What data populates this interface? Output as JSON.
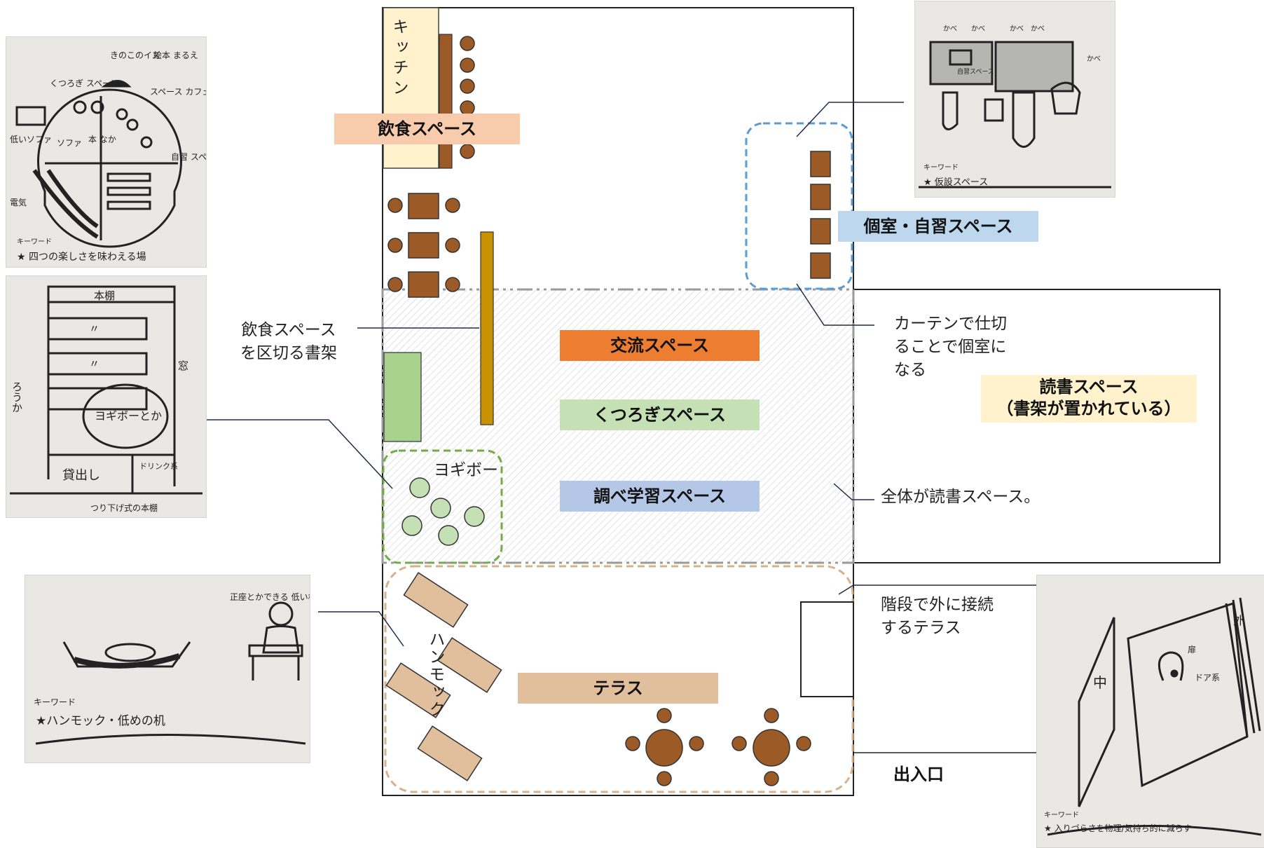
{
  "zones": {
    "dining": "飲食スペース",
    "private": "個室・自習スペース",
    "exchange": "交流スペース",
    "relax": "くつろぎスペース",
    "study": "調べ学習スペース",
    "reading": "読書スペース\n（書架が置かれている）",
    "terrace": "テラス",
    "entrance": "出入口"
  },
  "labels": {
    "kitchen": "キッチン",
    "yogibo": "ヨギボー",
    "hammock": "ハンモック"
  },
  "annotations": {
    "shelf_divider": "飲食スペース\nを区切る書架",
    "curtain": "カーテンで仕切\nることで個室に\nなる",
    "whole": "全体が読書スペース。",
    "stairs": "階段で外に接続\nするテラス"
  },
  "sketches": {
    "sketch1": {
      "items": [
        "きのこのイス",
        "絵本\nまるえ",
        "くつろぎ\nスペース",
        "スペース カフェ",
        "本\nなか",
        "ソファ",
        "自習\nスペース",
        "低いソファ",
        "電気"
      ],
      "keyword_label": "キーワード",
      "keyword": "★ 四つの楽しさを味わえる場"
    },
    "sketch2": {
      "items": [
        "本棚",
        "〃",
        "〃",
        "ろうか",
        "窓",
        "ヨギボーとか",
        "貸出し",
        "ドリンク系"
      ],
      "caption": "つり下げ式の本棚"
    },
    "sketch3": {
      "items": [
        "正座とかできる\n低い机"
      ],
      "keyword_label": "キーワード",
      "keyword": "★ハンモック・低めの机"
    },
    "sketch4": {
      "items": [
        "かべ",
        "かべ",
        "かべ",
        "かべ",
        "かべ",
        "自習スペース"
      ],
      "keyword_label": "キーワード",
      "keyword": "★ 仮設スペース"
    },
    "sketch5": {
      "items": [
        "中",
        "外",
        "扉",
        "ドア系"
      ],
      "keyword_label": "キーワード",
      "keyword": "★ 入りづらさを物理/気持ち的に減らす"
    }
  },
  "colors": {
    "dining": "#f8cbad",
    "private": "#bdd7ee",
    "exchange": "#ed7d31",
    "relax": "#c5e0b4",
    "study": "#b4c7e7",
    "reading": "#fff2cc",
    "terrace": "#e2bf9c",
    "furniture": "#9c5b26",
    "shelf": "#c89200",
    "green": "#a9d18e",
    "kitchen": "#fff2cc"
  }
}
